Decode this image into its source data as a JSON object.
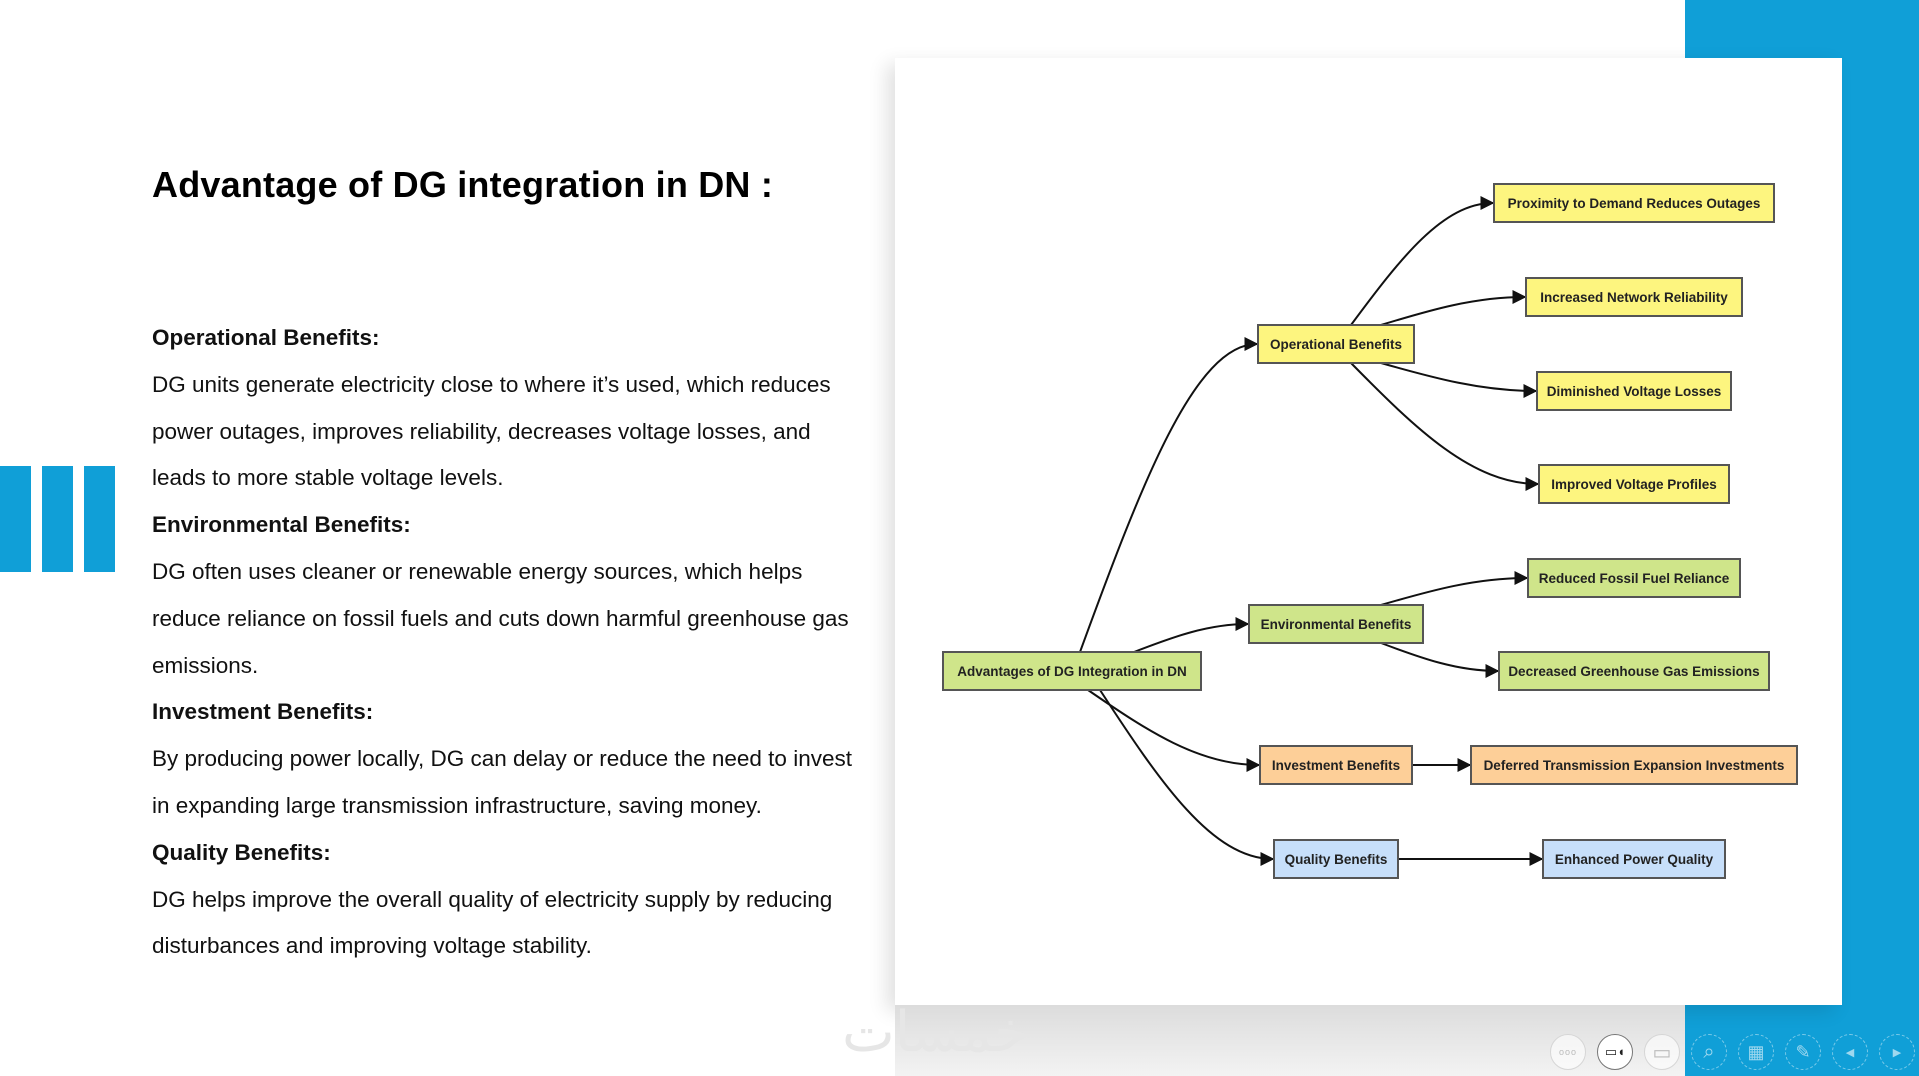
{
  "slide": {
    "title": "Advantage of DG integration in DN :",
    "sections": [
      {
        "heading": "Operational Benefits:",
        "text": "DG units generate electricity close to where it’s used, which reduces power outages, improves reliability, decreases voltage losses, and leads to more stable voltage levels."
      },
      {
        "heading": "Environmental Benefits:",
        "text": "DG often uses cleaner or renewable energy sources, which helps reduce reliance on fossil fuels and cuts down harmful greenhouse gas emissions."
      },
      {
        "heading": "Investment Benefits:",
        "text": "By producing power locally, DG can delay or reduce the need to invest in expanding large transmission infrastructure, saving money."
      },
      {
        "heading": "Quality Benefits:",
        "text": "DG helps improve the overall quality of electricity supply by reducing disturbances and improving voltage stability."
      }
    ],
    "accent_color": "#109fd7"
  },
  "diagram": {
    "root": "Advantages of DG Integration in DN",
    "colors": {
      "green": "#cfe58a",
      "yellow": "#fdf57f",
      "orange": "#fdcf98",
      "blue": "#c7dffa"
    },
    "branches": [
      {
        "label": "Operational Benefits",
        "color": "yellow",
        "children": [
          "Proximity to Demand Reduces Outages",
          "Increased Network Reliability",
          "Diminished Voltage Losses",
          "Improved Voltage Profiles"
        ]
      },
      {
        "label": "Environmental Benefits",
        "color": "green",
        "children": [
          "Reduced Fossil Fuel Reliance",
          "Decreased Greenhouse Gas Emissions"
        ]
      },
      {
        "label": "Investment Benefits",
        "color": "orange",
        "children": [
          "Deferred Transmission Expansion Investments"
        ]
      },
      {
        "label": "Quality Benefits",
        "color": "blue",
        "children": [
          "Enhanced Power Quality"
        ]
      }
    ]
  },
  "watermark": "خمسات",
  "controls": [
    {
      "name": "more-icon",
      "glyph": "ooo"
    },
    {
      "name": "camera-icon",
      "glyph": "▭◖"
    },
    {
      "name": "subtitles-icon",
      "glyph": "▭"
    },
    {
      "name": "zoom-icon",
      "glyph": "⌕"
    },
    {
      "name": "slides-grid-icon",
      "glyph": "▦"
    },
    {
      "name": "pen-icon",
      "glyph": "✎"
    },
    {
      "name": "previous-icon",
      "glyph": "◀"
    },
    {
      "name": "next-icon",
      "glyph": "▶"
    }
  ]
}
